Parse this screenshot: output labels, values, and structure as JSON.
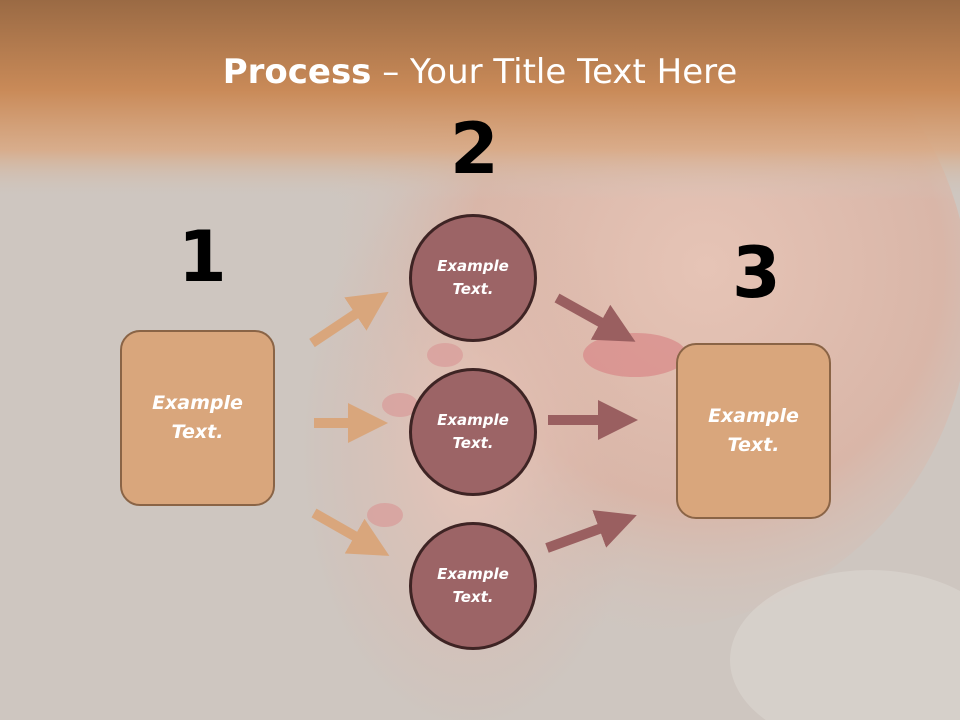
{
  "title": {
    "bold": "Process",
    "rest": " – Your Title Text Here"
  },
  "steps": {
    "n1": "1",
    "n2": "2",
    "n3": "3"
  },
  "nodes": {
    "left": {
      "line1": "Example",
      "line2": "Text."
    },
    "c1": {
      "line1": "Example",
      "line2": "Text."
    },
    "c2": {
      "line1": "Example",
      "line2": "Text."
    },
    "c3": {
      "line1": "Example",
      "line2": "Text."
    },
    "right": {
      "line1": "Example",
      "line2": "Text."
    }
  },
  "colors": {
    "header": "#c8895a",
    "box_fill": "#d9a67c",
    "circle_fill": "#9c6466",
    "arrow_light": "#d9a67c",
    "arrow_dark": "#9a5f60"
  }
}
